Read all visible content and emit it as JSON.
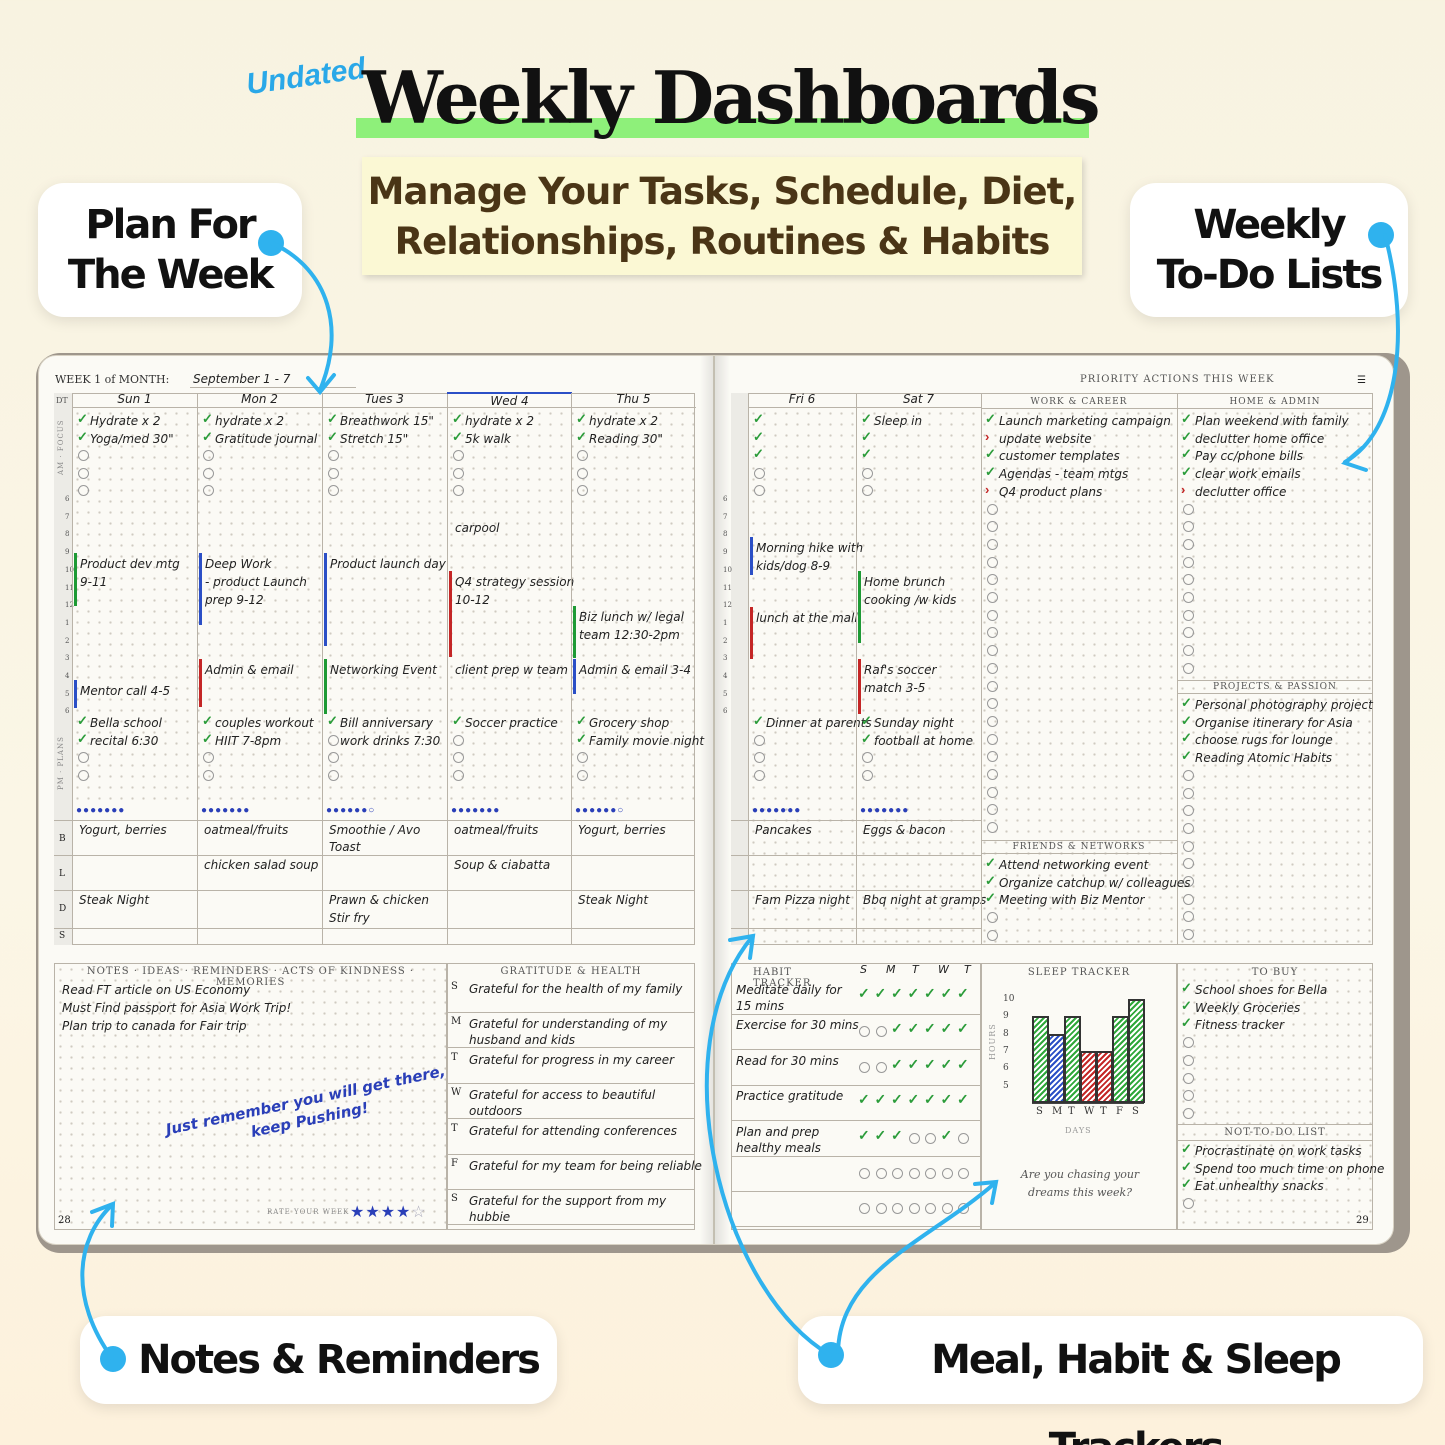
{
  "header": {
    "undated": "Undated",
    "title": "Weekly Dashboards",
    "subtitle_line1": "Manage Your Tasks, Schedule, Diet,",
    "subtitle_line2": "Relationships, Routines & Habits"
  },
  "callouts": {
    "plan_line1": "Plan For",
    "plan_line2": "The Week",
    "todo_line1": "Weekly",
    "todo_line2": "To-Do Lists",
    "notes": "Notes & Reminders",
    "trackers": "Meal, Habit & Sleep Trackers"
  },
  "colors": {
    "accent_blue": "#2fb2ee",
    "highlight_green": "#8ef07a",
    "check_green": "#2b9c3a",
    "event_green": "#1e9a35",
    "event_blue": "#2b4fc6",
    "event_red": "#c42626"
  },
  "left_page": {
    "week_label": "WEEK 1 of MONTH:",
    "week_value": "September 1 - 7",
    "side_labels": {
      "dt": "DT",
      "am": "AM · FOCUS",
      "pm": "PM · PLANS",
      "b": "B",
      "l": "L",
      "d": "D",
      "s": "S"
    },
    "hours": [
      "6",
      "7",
      "8",
      "9",
      "10",
      "11",
      "12",
      "1",
      "2",
      "3",
      "4",
      "5",
      "6"
    ],
    "days": [
      {
        "name": "Sun 1",
        "focus": [
          "Hydrate x 2",
          "Yoga/med 30\""
        ],
        "events": [
          {
            "text1": "Product dev mtg",
            "text2": "9-11"
          },
          {
            "text1": "Mentor call 4-5",
            "text2": ""
          }
        ],
        "plans": [
          "Bella school",
          "recital 6:30"
        ],
        "b": "Yogurt, berries",
        "l": "",
        "d": "Steak Night"
      },
      {
        "name": "Mon 2",
        "focus": [
          "hydrate x 2",
          "Gratitude journal"
        ],
        "events": [
          {
            "text1": "Deep Work",
            "text2": "- product Launch",
            "text3": "prep 9-12"
          },
          {
            "text1": "Admin & email",
            "text2": ""
          }
        ],
        "plans": [
          "couples workout",
          "HIIT 7-8pm"
        ],
        "b": "oatmeal/fruits",
        "l": "chicken salad soup",
        "d": ""
      },
      {
        "name": "Tues 3",
        "focus": [
          "Breathwork 15\"",
          "Stretch 15\""
        ],
        "events": [
          {
            "text1": "Product launch day",
            "text2": ""
          },
          {
            "text1": "Networking Event",
            "text2": ""
          }
        ],
        "plans": [
          "Bill anniversary",
          "work drinks 7:30"
        ],
        "b": "Smoothie / Avo",
        "b2": "Toast",
        "l": "",
        "d": "Prawn & chicken",
        "d2": "Stir fry"
      },
      {
        "name": "Wed 4",
        "focus": [
          "hydrate x 2",
          "5k walk"
        ],
        "events": [
          {
            "text1": "carpool",
            "text2": ""
          },
          {
            "text1": "Q4 strategy session",
            "text2": "10-12"
          },
          {
            "text1": "client prep w team",
            "text2": ""
          }
        ],
        "plans": [
          "Soccer practice"
        ],
        "b": "oatmeal/fruits",
        "l": "Soup & ciabatta",
        "d": ""
      },
      {
        "name": "Thu 5",
        "focus": [
          "hydrate x 2",
          "Reading 30\""
        ],
        "events": [
          {
            "text1": "Biz lunch w/ legal",
            "text2": "team 12:30-2pm"
          },
          {
            "text1": "Admin & email 3-4",
            "text2": ""
          }
        ],
        "plans": [
          "Grocery shop",
          "Family movie night"
        ],
        "b": "Yogurt, berries",
        "l": "",
        "d": "Steak Night"
      }
    ],
    "notes_head": "NOTES · IDEAS · REMINDERS · ACTS OF KINDNESS · MEMORIES",
    "notes": [
      "Read FT article on US Economy",
      "Must Find passport for Asia Work Trip!",
      "Plan trip to canada for Fair trip"
    ],
    "notes_quote1": "Just remember you will get there,",
    "notes_quote2": "keep Pushing!",
    "rate_label": "RATE YOUR WEEK",
    "rating": 4,
    "rating_max": 5,
    "gratitude_head": "GRATITUDE & HEALTH",
    "gratitude": [
      {
        "d": "S",
        "t1": "Grateful for the health of my family",
        "t2": ""
      },
      {
        "d": "M",
        "t1": "Grateful for understanding of my",
        "t2": "husband and kids"
      },
      {
        "d": "T",
        "t1": "Grateful for progress in my career",
        "t2": ""
      },
      {
        "d": "W",
        "t1": "Grateful for access to beautiful",
        "t2": "outdoors"
      },
      {
        "d": "T",
        "t1": "Grateful for attending conferences",
        "t2": ""
      },
      {
        "d": "F",
        "t1": "Grateful for my team for being reliable",
        "t2": ""
      },
      {
        "d": "S",
        "t1": "Grateful for the support from my",
        "t2": "hubbie"
      }
    ],
    "page_no": "28"
  },
  "right_page": {
    "priority_head": "PRIORITY ACTIONS THIS WEEK",
    "days": [
      {
        "name": "Fri 6",
        "events": [
          {
            "text1": "Morning hike with",
            "text2": "kids/dog 8-9"
          },
          {
            "text1": "lunch at the mall",
            "text2": ""
          }
        ],
        "plans": [
          "Dinner at parents"
        ],
        "b": "Pancakes",
        "l": "",
        "d": "Fam Pizza night"
      },
      {
        "name": "Sat 7",
        "focus": [
          "Sleep in"
        ],
        "events": [
          {
            "text1": "Home brunch",
            "text2": "cooking /w kids"
          },
          {
            "text1": "Raf's soccer",
            "text2": "match 3-5"
          }
        ],
        "plans": [
          "Sunday night",
          "football at home"
        ],
        "b": "Eggs & bacon",
        "l": "",
        "d": "Bbq night at gramps"
      }
    ],
    "work_head": "WORK & CAREER",
    "work": [
      {
        "m": "check",
        "t": "Launch marketing campaign"
      },
      {
        "m": "arrow",
        "t": "update website"
      },
      {
        "m": "check",
        "t": "customer templates"
      },
      {
        "m": "check",
        "t": "Agendas - team mtgs"
      },
      {
        "m": "arrow",
        "t": "Q4 product plans"
      }
    ],
    "home_head": "HOME & ADMIN",
    "home": [
      {
        "m": "check",
        "t": "Plan weekend with family"
      },
      {
        "m": "check",
        "t": "declutter home office"
      },
      {
        "m": "check",
        "t": "Pay cc/phone bills"
      },
      {
        "m": "check",
        "t": "clear work emails"
      },
      {
        "m": "arrow",
        "t": "declutter office"
      }
    ],
    "projects_head": "PROJECTS & PASSION",
    "projects": [
      "Personal photography project",
      "Organise itinerary for Asia",
      "choose rugs for lounge",
      "Reading Atomic Habits"
    ],
    "friends_head": "FRIENDS & NETWORKS",
    "friends": [
      "Attend networking event",
      "Organize catchup w/ colleagues",
      "Meeting with Biz Mentor"
    ],
    "habit_head": "HABIT TRACKER",
    "habit_days": [
      "S",
      "M",
      "T",
      "W",
      "T"
    ],
    "habits": [
      {
        "t1": "Meditate daily for",
        "t2": "15 mins",
        "marks": [
          1,
          1,
          1,
          1,
          1,
          1,
          1
        ]
      },
      {
        "t1": "Exercise for 30 mins",
        "t2": "",
        "marks": [
          0,
          0,
          1,
          1,
          1,
          1,
          1
        ]
      },
      {
        "t1": "Read for 30 mins",
        "t2": "",
        "marks": [
          0,
          0,
          1,
          1,
          1,
          1,
          1
        ]
      },
      {
        "t1": "Practice gratitude",
        "t2": "",
        "marks": [
          1,
          1,
          1,
          1,
          1,
          1,
          1
        ]
      },
      {
        "t1": "Plan and prep",
        "t2": "healthy meals",
        "marks": [
          1,
          1,
          1,
          0,
          0,
          1,
          0
        ]
      },
      {
        "t1": "",
        "t2": "",
        "marks": [
          0,
          0,
          0,
          0,
          0,
          0,
          0
        ]
      },
      {
        "t1": "",
        "t2": "",
        "marks": [
          0,
          0,
          0,
          0,
          0,
          0,
          0
        ]
      }
    ],
    "sleep_head": "SLEEP TRACKER",
    "sleep_ylabel": "HOURS",
    "sleep_xlabel": "DAYS",
    "sleep_question1": "Are you chasing your",
    "sleep_question2": "dreams this week?",
    "tobuy_head": "TO BUY",
    "tobuy": [
      "School shoes for Bella",
      "Weekly Groceries",
      "Fitness tracker"
    ],
    "nottodo_head": "NOT-TO-DO LIST",
    "nottodo": [
      "Procrastinate on work tasks",
      "Spend too much time on phone",
      "Eat unhealthy snacks"
    ],
    "page_no": "29"
  },
  "chart_data": {
    "type": "bar",
    "categories": [
      "S",
      "M",
      "T",
      "W",
      "T",
      "F",
      "S"
    ],
    "values": [
      9,
      8,
      9,
      7,
      7,
      9,
      10
    ],
    "colors": [
      "green",
      "blue",
      "green",
      "red",
      "red",
      "green",
      "green"
    ],
    "title": "SLEEP TRACKER",
    "xlabel": "DAYS",
    "ylabel": "HOURS",
    "ylim": [
      4,
      10
    ],
    "yticks": [
      5,
      6,
      7,
      8,
      9,
      10
    ]
  }
}
